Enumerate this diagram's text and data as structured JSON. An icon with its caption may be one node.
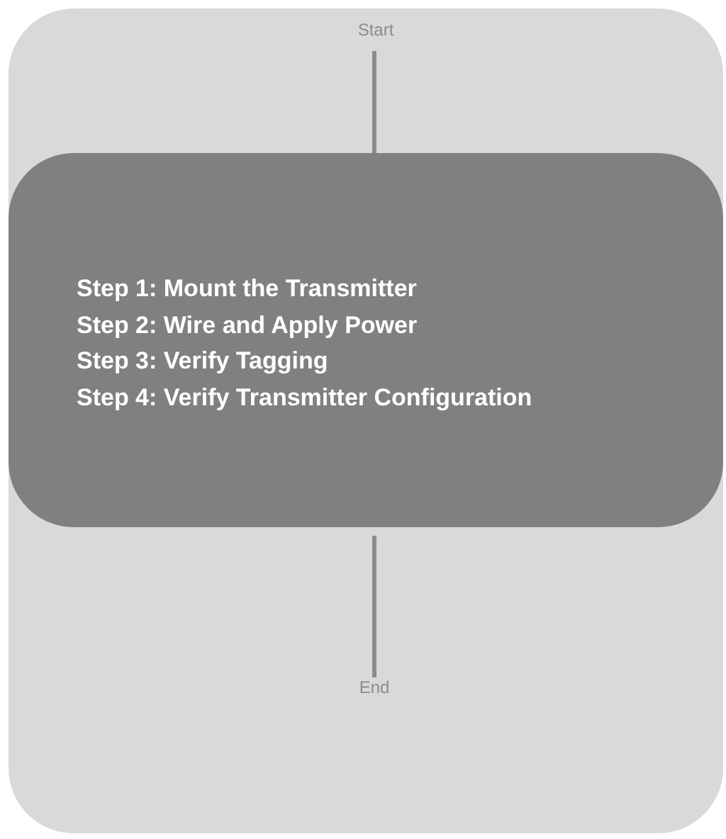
{
  "diagram": {
    "nodes": [
      {
        "text": [],
        "shape": "box"
      },
      {
        "text": [
          "Start"
        ],
        "in": 0
      },
      {
        "text": [
          "Step 1: Mount the Transmitter",
          "Step 2: Wire and Apply Power",
          "Step 3: Verify Tagging",
          "Step 4: Verify Transmitter Configuration"
        ],
        "in": 0
      },
      {
        "text": [
          "End"
        ],
        "in": 0
      }
    ],
    "edges": [
      {
        "from": 1,
        "to": 2,
        "arrow": "none"
      },
      {
        "from": 2,
        "to": 3,
        "arrow": "none"
      }
    ]
  }
}
